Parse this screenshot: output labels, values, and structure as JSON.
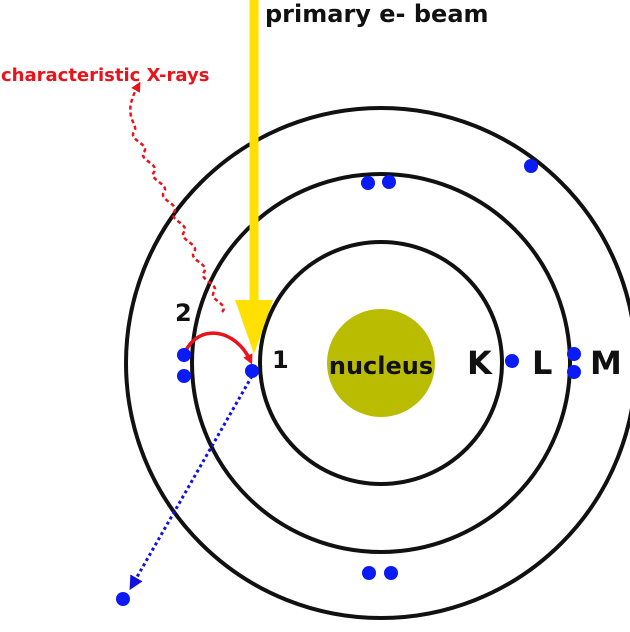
{
  "labels": {
    "beam": "primary e- beam",
    "xrays": "characteristic X-rays",
    "nucleus": "nucleus",
    "shell_k": "K",
    "shell_l": "L",
    "shell_m": "M",
    "step_1": "1",
    "step_2": "2"
  },
  "colors": {
    "beam": "#FFE000",
    "xrays": "#E8131B",
    "transition_arrow": "#E8131B",
    "ejected_path": "#1010E0",
    "electron": "#0A1BF5",
    "nucleus": "#B9BC00",
    "shell": "#111111",
    "text": "#111111"
  }
}
